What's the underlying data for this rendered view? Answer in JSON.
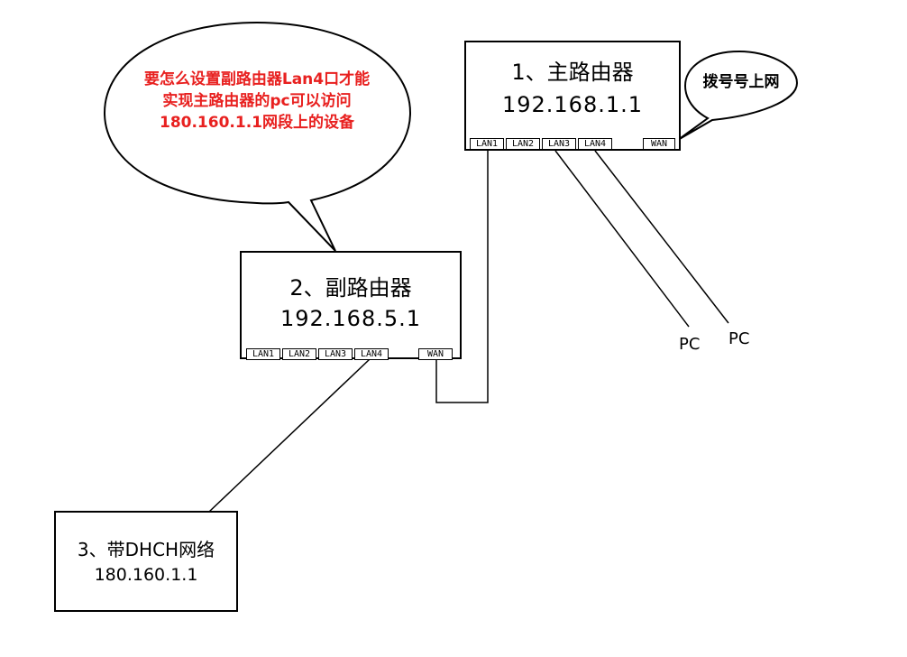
{
  "main_router": {
    "name": "1、主路由器",
    "ip": "192.168.1.1",
    "ports": [
      "LAN1",
      "LAN2",
      "LAN3",
      "LAN4",
      "WAN"
    ]
  },
  "sub_router": {
    "name": "2、副路由器",
    "ip": "192.168.5.1",
    "ports": [
      "LAN1",
      "LAN2",
      "LAN3",
      "LAN4",
      "WAN"
    ]
  },
  "dhcp_network": {
    "name": "3、带DHCH网络",
    "ip": "180.160.1.1"
  },
  "dialup_bubble": {
    "text": "拨号号上网"
  },
  "question_bubble": {
    "lines": [
      "要怎么设置副路由器Lan4口才能",
      "实现主路由器的pc可以访问",
      "180.160.1.1网段上的设备"
    ],
    "color": "#e8201f"
  },
  "pcs": [
    "PC",
    "PC"
  ]
}
